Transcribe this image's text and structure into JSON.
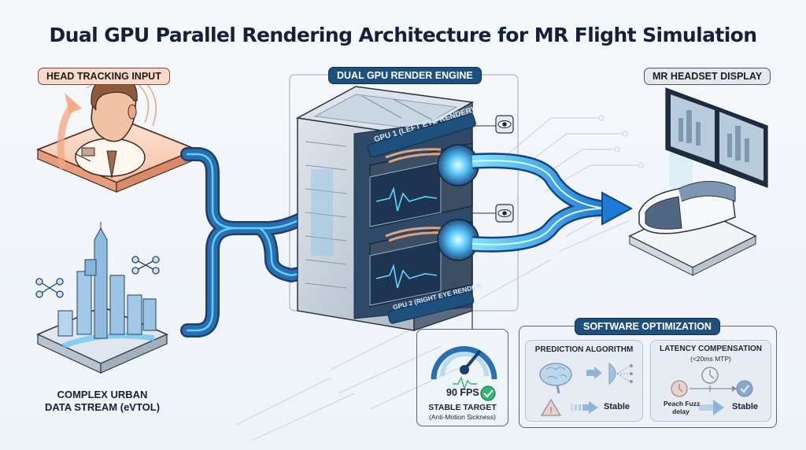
{
  "title": "Dual GPU Parallel Rendering Architecture for MR Flight Simulation",
  "colors": {
    "navy": "#1f4f7d",
    "pipe_blue": "#2a6fb3",
    "glow_cyan": "#4fd2ff",
    "peach": "#fbd9c8",
    "success_green": "#2eb872",
    "warning_peach": "#f6b8a0"
  },
  "inputs": {
    "head_tracking": {
      "label": "HEAD TRACKING INPUT",
      "icon": "pilot-head-icon"
    },
    "urban_data": {
      "label_line1": "COMPLEX URBAN",
      "label_line2": "DATA STREAM (eVTOL)",
      "icon": "city-drones-icon"
    }
  },
  "engine": {
    "label": "DUAL GPU RENDER ENGINE",
    "gpu1_label": "GPU 1 (LEFT EYE RENDER)",
    "gpu2_label": "GPU 2 (RIGHT EYE RENDER)",
    "eye_icon": "eye-icon"
  },
  "output": {
    "label": "MR HEADSET DISPLAY",
    "icon": "vr-headset-icon"
  },
  "fps_card": {
    "value": "90 FPS",
    "line1": "STABLE TARGET",
    "line2": "(Anti-Motion Sickness)",
    "icon": "speedometer-icon"
  },
  "software": {
    "label": "SOFTWARE OPTIMIZATION",
    "prediction": {
      "title": "PREDICTION ALGORITHM",
      "result": "Stable"
    },
    "latency": {
      "title": "LATENCY COMPENSATION",
      "subtitle": "(<20ms MTP)",
      "delay_line1": "Peach Fuzz",
      "delay_line2": "delay",
      "result": "Stable"
    }
  }
}
